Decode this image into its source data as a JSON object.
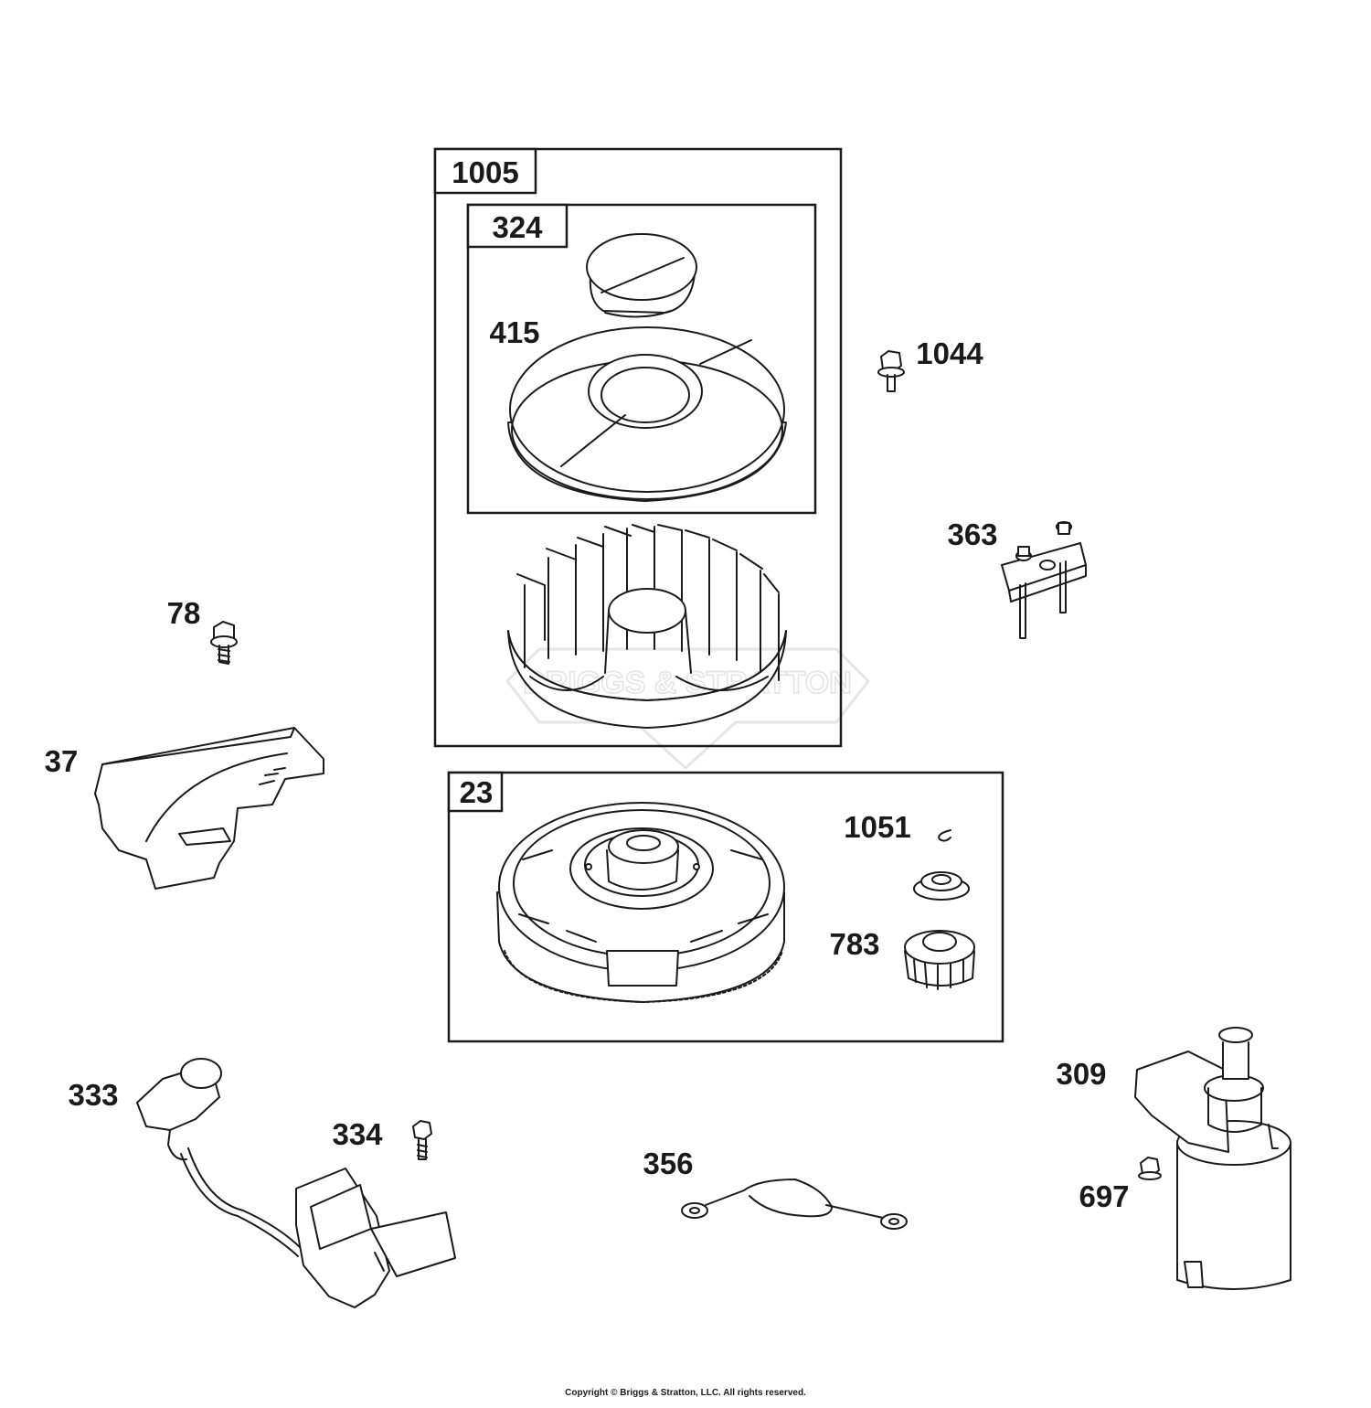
{
  "callouts": {
    "c1005": "1005",
    "c324": "324",
    "c415": "415",
    "c1044": "1044",
    "c363": "363",
    "c78": "78",
    "c37": "37",
    "c23": "23",
    "c1051": "1051",
    "c783": "783",
    "c309": "309",
    "c333": "333",
    "c334": "334",
    "c356": "356",
    "c697": "697"
  },
  "watermark": "BRIGGS & STRATTON",
  "copyright": "Copyright © Briggs & Stratton, LLC. All rights reserved."
}
